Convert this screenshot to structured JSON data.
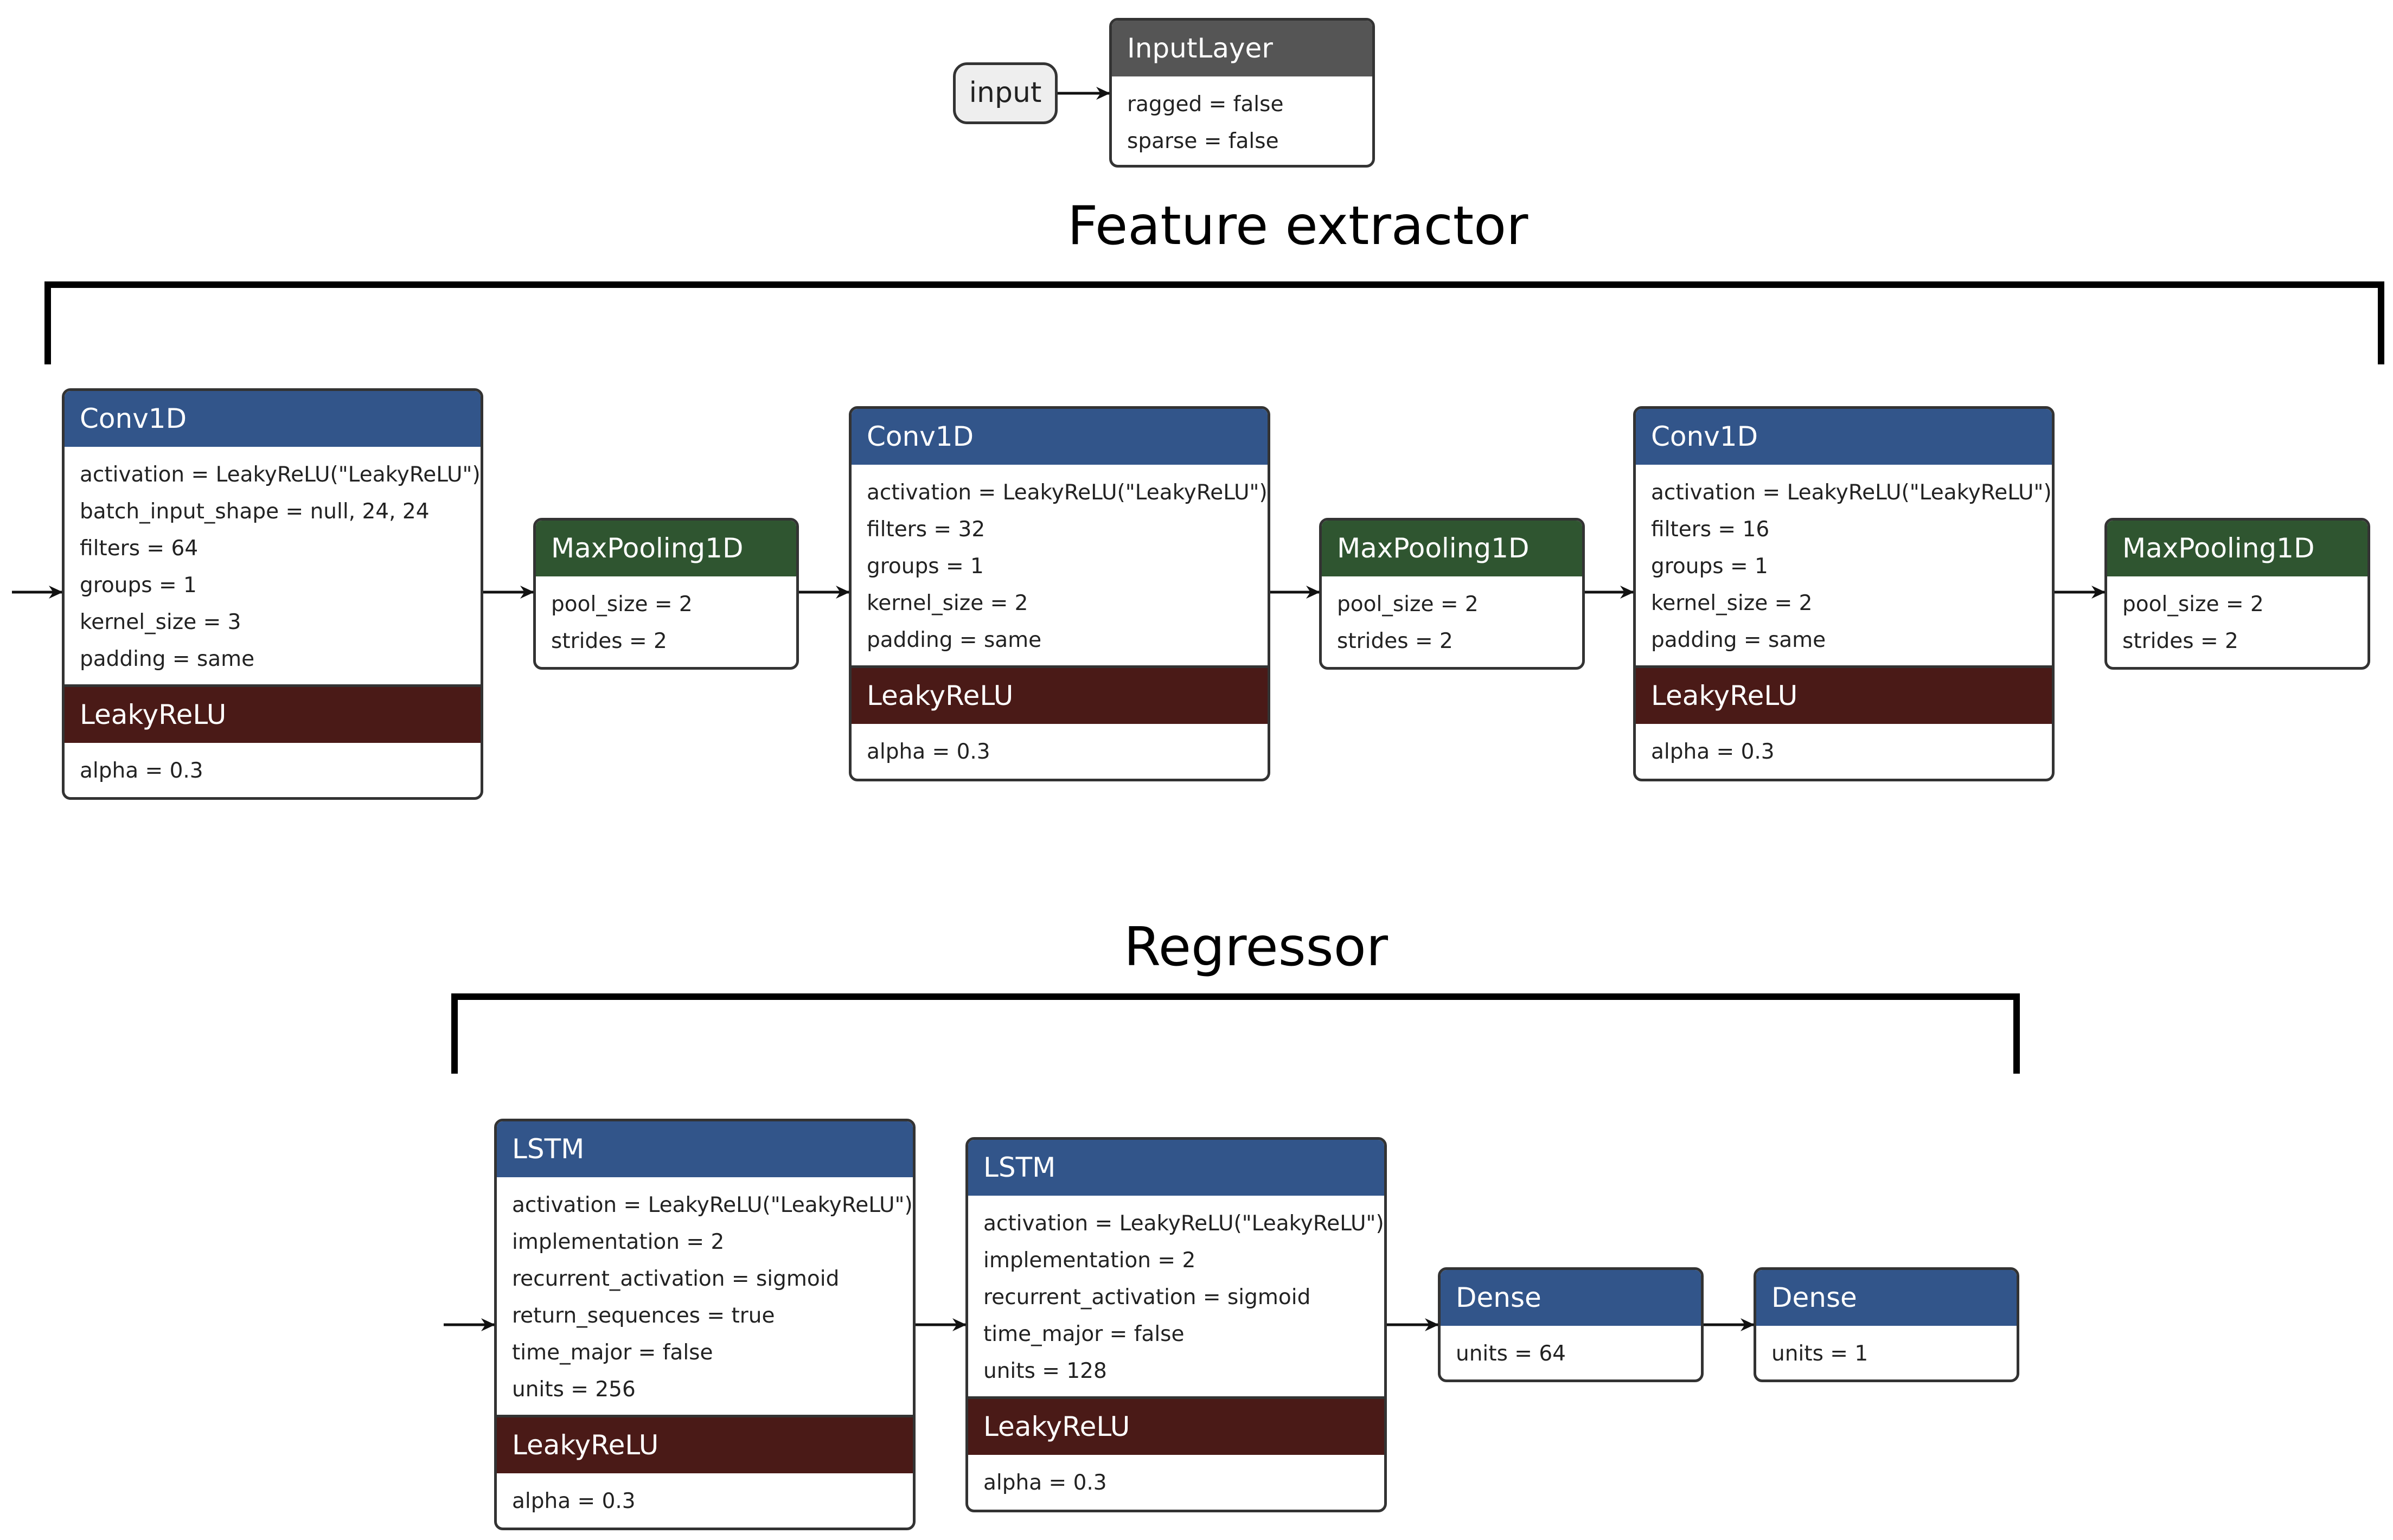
{
  "input_label": "input",
  "input_layer": {
    "type": "InputLayer",
    "props": [
      "ragged = false",
      "sparse = false"
    ]
  },
  "feature_extractor": {
    "title": "Feature extractor",
    "blocks": [
      {
        "type": "Conv1D",
        "props": [
          "activation = LeakyReLU(\"LeakyReLU\")",
          "batch_input_shape = null, 24, 24",
          "filters = 64",
          "groups = 1",
          "kernel_size = 3",
          "padding = same"
        ],
        "activation": {
          "type": "LeakyReLU",
          "props": [
            "alpha = 0.3"
          ]
        }
      },
      {
        "type": "MaxPooling1D",
        "props": [
          "pool_size = 2",
          "strides = 2"
        ]
      },
      {
        "type": "Conv1D",
        "props": [
          "activation = LeakyReLU(\"LeakyReLU\")",
          "filters = 32",
          "groups = 1",
          "kernel_size = 2",
          "padding = same"
        ],
        "activation": {
          "type": "LeakyReLU",
          "props": [
            "alpha = 0.3"
          ]
        }
      },
      {
        "type": "MaxPooling1D",
        "props": [
          "pool_size = 2",
          "strides = 2"
        ]
      },
      {
        "type": "Conv1D",
        "props": [
          "activation = LeakyReLU(\"LeakyReLU\")",
          "filters = 16",
          "groups = 1",
          "kernel_size = 2",
          "padding = same"
        ],
        "activation": {
          "type": "LeakyReLU",
          "props": [
            "alpha = 0.3"
          ]
        }
      },
      {
        "type": "MaxPooling1D",
        "props": [
          "pool_size = 2",
          "strides = 2"
        ]
      }
    ]
  },
  "regressor": {
    "title": "Regressor",
    "blocks": [
      {
        "type": "LSTM",
        "props": [
          "activation = LeakyReLU(\"LeakyReLU\")",
          "implementation = 2",
          "recurrent_activation = sigmoid",
          "return_sequences = true",
          "time_major = false",
          "units = 256"
        ],
        "activation": {
          "type": "LeakyReLU",
          "props": [
            "alpha = 0.3"
          ]
        }
      },
      {
        "type": "LSTM",
        "props": [
          "activation = LeakyReLU(\"LeakyReLU\")",
          "implementation = 2",
          "recurrent_activation = sigmoid",
          "time_major = false",
          "units = 128"
        ],
        "activation": {
          "type": "LeakyReLU",
          "props": [
            "alpha = 0.3"
          ]
        }
      },
      {
        "type": "Dense",
        "props": [
          "units = 64"
        ]
      },
      {
        "type": "Dense",
        "props": [
          "units = 1"
        ]
      }
    ]
  },
  "colors": {
    "input_header": "#555555",
    "conv_header": "#32558a",
    "pool_header": "#2f5530",
    "activation_header": "#4a1a17",
    "border": "#333333"
  }
}
